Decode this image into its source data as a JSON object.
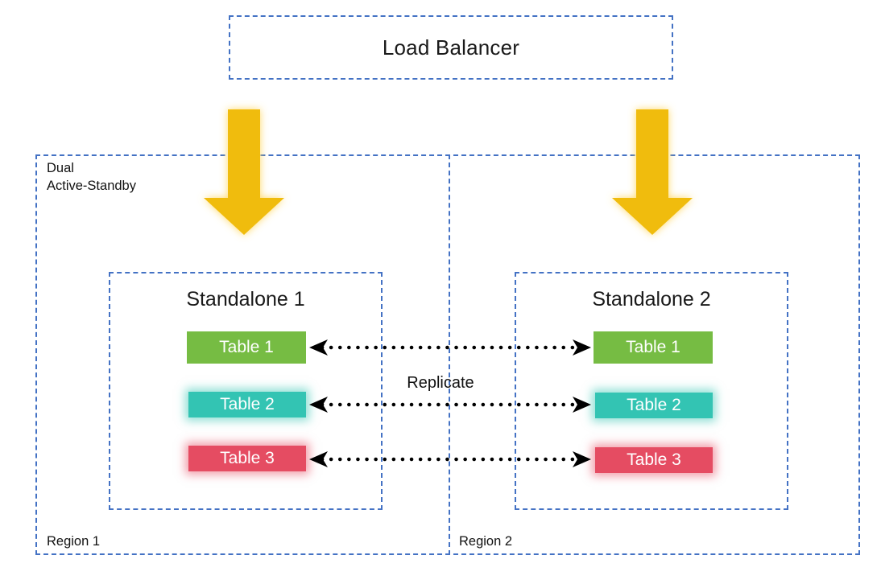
{
  "diagram": {
    "title": "Dual Active-Standby replication topology",
    "colors": {
      "dashed_border": "#4472C4",
      "arrow_gold": "#F0BC0C",
      "table1_green": "#76BC43",
      "table2_teal": "#33C4B3",
      "table3_red": "#E54C62",
      "text": "#111111",
      "background": "#FFFFFF"
    }
  },
  "load_balancer": {
    "label": "Load Balancer"
  },
  "dual_container": {
    "label": "Dual\nActive-Standby"
  },
  "regions": [
    {
      "label": "Region 1"
    },
    {
      "label": "Region 2"
    }
  ],
  "standalones": [
    {
      "title": "Standalone 1",
      "tables": [
        {
          "label": "Table 1",
          "color": "#76BC43",
          "glow": false
        },
        {
          "label": "Table 2",
          "color": "#33C4B3",
          "glow": true
        },
        {
          "label": "Table 3",
          "color": "#E54C62",
          "glow": true
        }
      ]
    },
    {
      "title": "Standalone 2",
      "tables": [
        {
          "label": "Table 1",
          "color": "#76BC43",
          "glow": false
        },
        {
          "label": "Table 2",
          "color": "#33C4B3",
          "glow": true
        },
        {
          "label": "Table 3",
          "color": "#E54C62",
          "glow": true
        }
      ]
    }
  ],
  "connectors": {
    "label": "Replicate",
    "style": "dotted bidirectional",
    "count": 3
  },
  "ingress_arrows": {
    "count": 2,
    "direction": "down",
    "icon": "down-arrow-icon"
  }
}
